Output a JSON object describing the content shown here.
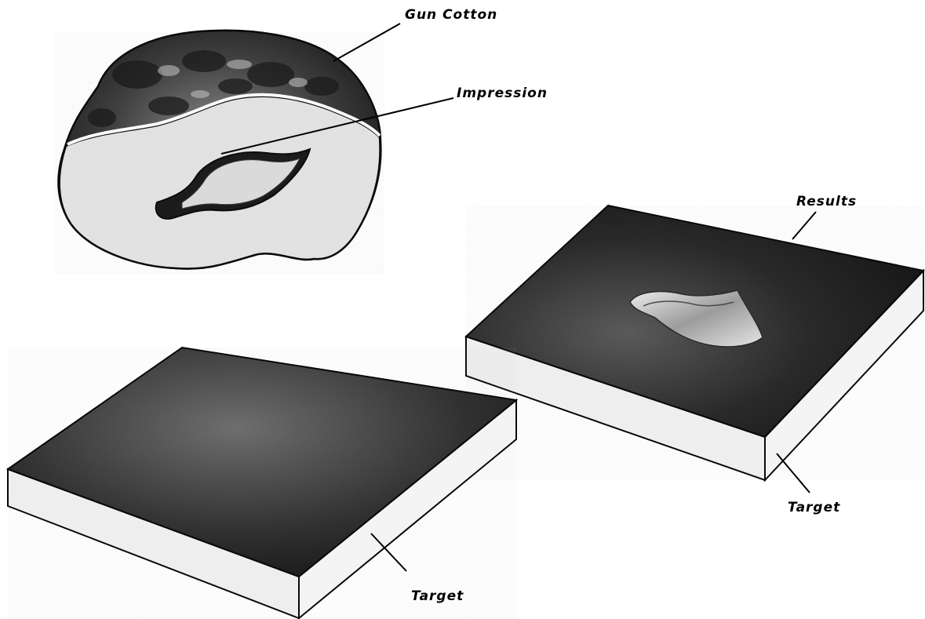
{
  "labels": {
    "gun_cotton": "Gun Cotton",
    "impression": "Impression",
    "results": "Results",
    "target_right": "Target",
    "target_left": "Target"
  },
  "colors": {
    "ink": "#000000",
    "cotton_dark": "#1a1a1a",
    "cotton_light": "#e6e6e6",
    "plate_top": "#141414",
    "plate_side": "#f2f2f2"
  }
}
